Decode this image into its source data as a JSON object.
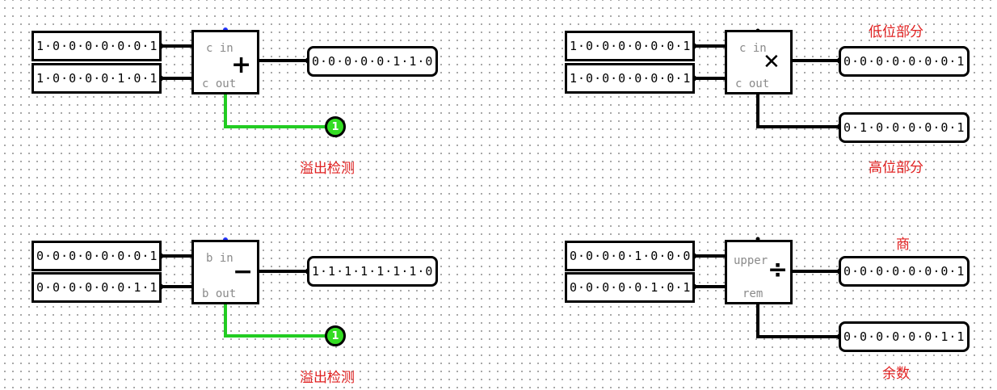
{
  "adder": {
    "in_a": "1·0·0·0·0·0·0·1",
    "in_b": "1·0·0·0·0·1·0·1",
    "port_in": "c in",
    "port_out": "c out",
    "symbol": "+",
    "result": "0·0·0·0·0·1·1·0",
    "led_value": "1",
    "note": "溢出检测"
  },
  "subtractor": {
    "in_a": "0·0·0·0·0·0·0·1",
    "in_b": "0·0·0·0·0·0·1·1",
    "port_in": "b in",
    "port_out": "b out",
    "symbol": "−",
    "result": "1·1·1·1·1·1·1·0",
    "led_value": "1",
    "note": "溢出检测"
  },
  "multiplier": {
    "in_a": "1·0·0·0·0·0·0·1",
    "in_b": "1·0·0·0·0·0·0·1",
    "port_in": "c in",
    "port_out": "c out",
    "symbol": "✕",
    "low_result": "0·0·0·0·0·0·0·1",
    "high_result": "0·1·0·0·0·0·0·1",
    "low_note": "低位部分",
    "high_note": "高位部分"
  },
  "divider": {
    "in_a": "0·0·0·0·1·0·0·0",
    "in_b": "0·0·0·0·0·1·0·1",
    "port_upper": "upper",
    "port_rem": "rem",
    "symbol": "÷",
    "quotient": "0·0·0·0·0·0·0·1",
    "remainder": "0·0·0·0·0·0·1·1",
    "quotient_note": "商",
    "remainder_note": "余数"
  },
  "colors": {
    "wire": "#000000",
    "active_wire": "#22cc22",
    "note": "#e02020",
    "port_dot": "#2233ff"
  }
}
